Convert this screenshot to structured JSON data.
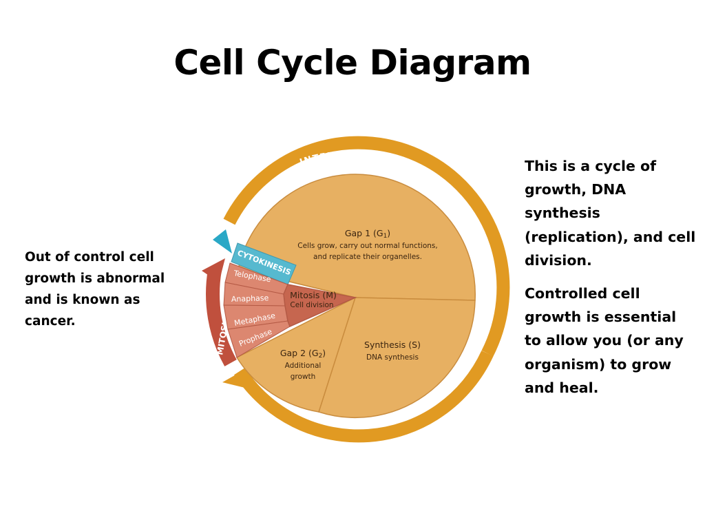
{
  "title": "Cell Cycle Diagram",
  "left_note": "Out of control cell growth is abnormal and is known as cancer.",
  "right_note": {
    "paragraph1": "This is a cycle of growth, DNA synthesis (replication), and cell division.",
    "paragraph2": "Controlled cell growth is essential to allow you (or any organism) to grow and heal."
  },
  "diagram": {
    "interphase_label": "INTERPHASE",
    "mitosis_label": "MITOSIS",
    "cytokinesis_label": "CYTOKINESIS",
    "gap1": {
      "title": "Gap 1 (G",
      "subscript": "1",
      "title_end": ")",
      "line1": "Cells grow, carry out normal functions,",
      "line2": "and replicate their organelles."
    },
    "synthesis": {
      "title": "Synthesis (S)",
      "line1": "DNA synthesis"
    },
    "gap2": {
      "title": "Gap 2 (G",
      "subscript": "2",
      "title_end": ")",
      "line1": "Additional",
      "line2": "growth"
    },
    "mitosis": {
      "title": "Mitosis (M)",
      "line1": "Cell division"
    },
    "phases": [
      "Telophase",
      "Anaphase",
      "Metaphase",
      "Prophase"
    ]
  },
  "colors": {
    "interphase_arrow": "#e19a22",
    "wedge_fill": "#e7b062",
    "wedge_stroke": "#c98c3e",
    "mitosis_fill": "#c6664f",
    "phase_fill": "#dc8770",
    "mitosis_arrow": "#c0503d",
    "cytokinesis_fill": "#56b9cf",
    "cytokinesis_arrow": "#2aa8c6"
  }
}
